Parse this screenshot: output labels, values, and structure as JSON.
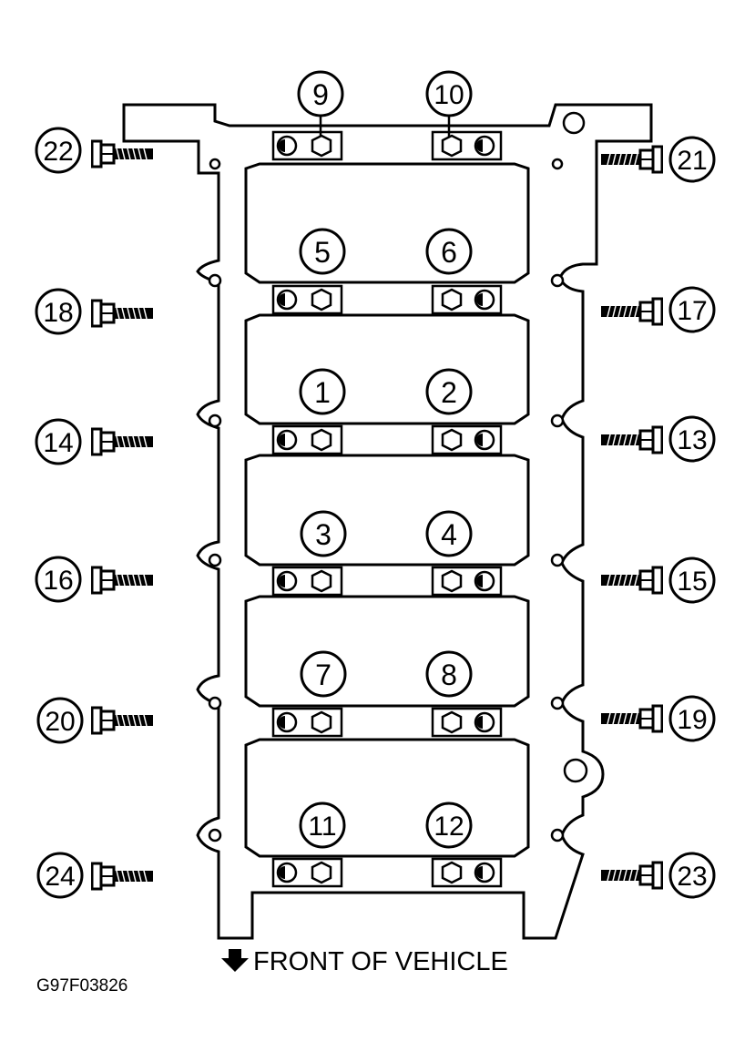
{
  "diagram": {
    "caption": "FRONT OF VEHICLE",
    "caption_icon": "arrow-down-icon",
    "figure_code": "G97F03826"
  },
  "inner_bolts": {
    "b1": "1",
    "b2": "2",
    "b3": "3",
    "b4": "4",
    "b5": "5",
    "b6": "6",
    "b7": "7",
    "b8": "8",
    "b9": "9",
    "b10": "10",
    "b11": "11",
    "b12": "12"
  },
  "side_bolts": {
    "b13": "13",
    "b14": "14",
    "b15": "15",
    "b16": "16",
    "b17": "17",
    "b18": "18",
    "b19": "19",
    "b20": "20",
    "b21": "21",
    "b22": "22",
    "b23": "23",
    "b24": "24"
  }
}
